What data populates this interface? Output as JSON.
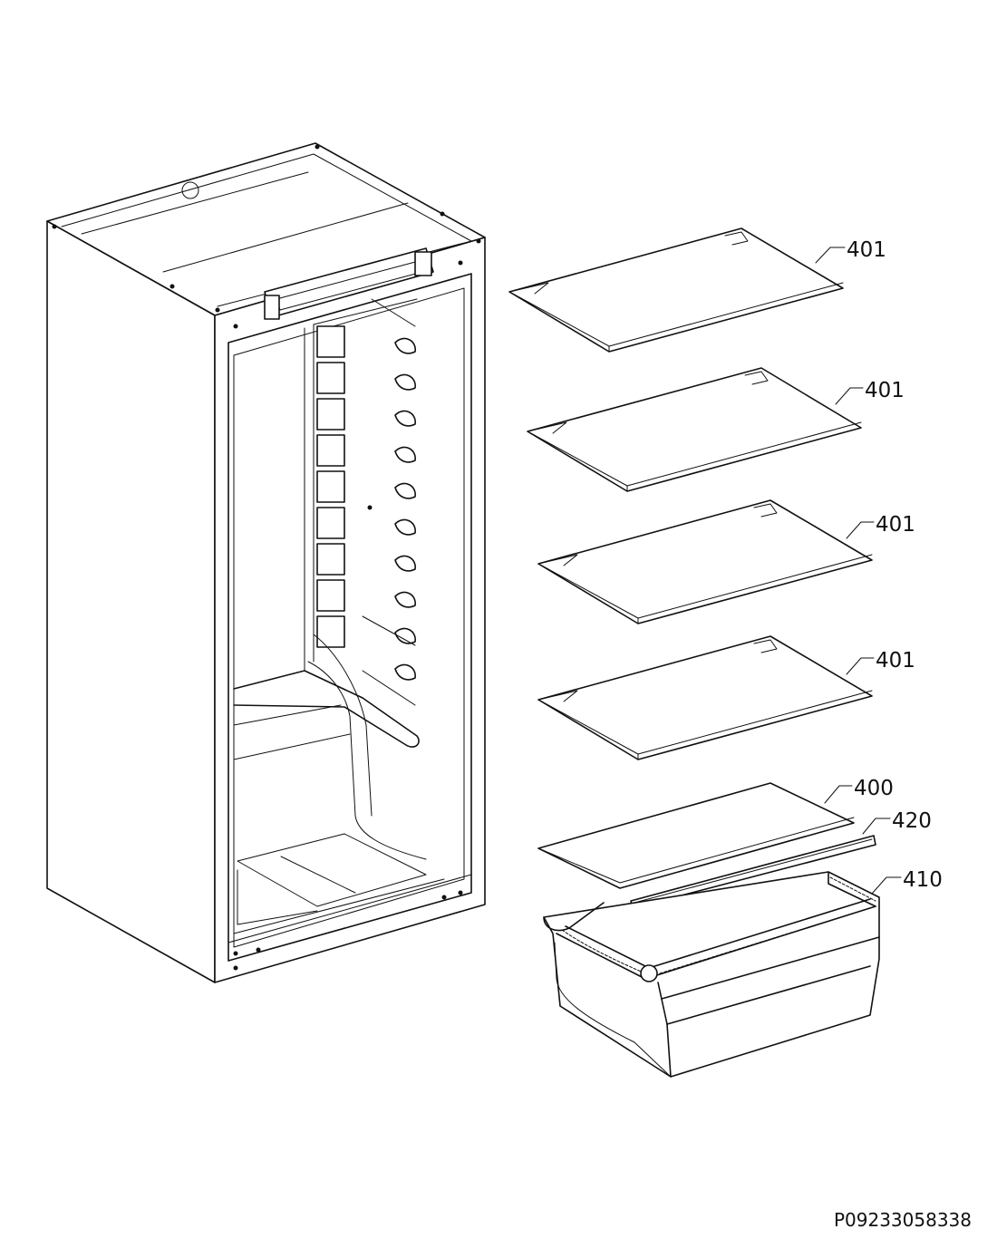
{
  "callouts": [
    {
      "id": "shelf-1",
      "label": "401"
    },
    {
      "id": "shelf-2",
      "label": "401"
    },
    {
      "id": "shelf-3",
      "label": "401"
    },
    {
      "id": "shelf-4",
      "label": "401"
    },
    {
      "id": "crisper-cover",
      "label": "400"
    },
    {
      "id": "cover-strip",
      "label": "420"
    },
    {
      "id": "crisper-drawer",
      "label": "410"
    }
  ],
  "reference_code": "P09233058338"
}
